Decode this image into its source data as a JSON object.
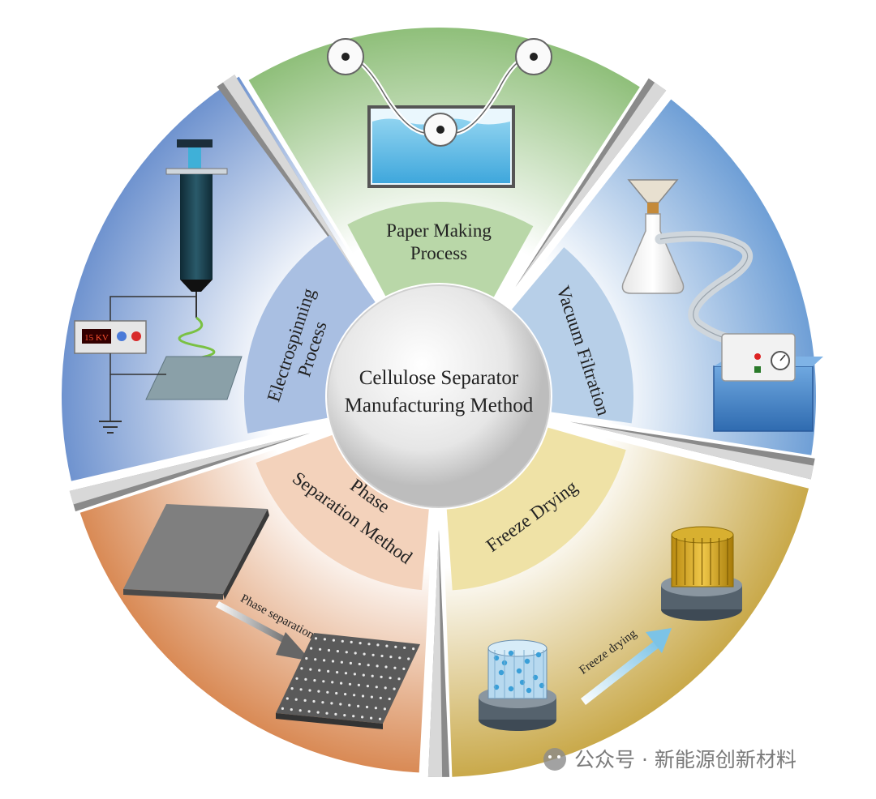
{
  "center": {
    "line1": "Cellulose Separator",
    "line2": "Manufacturing Method"
  },
  "methods": {
    "paper": {
      "line1": "Paper Making",
      "line2": "Process"
    },
    "vacuum": {
      "line1": "Vacuum Filtration"
    },
    "freeze": {
      "line1": "Freeze Drying"
    },
    "phase": {
      "line1": "Phase",
      "line2": "Separation Method"
    },
    "electro": {
      "line1": "Electrospinning",
      "line2": "Process"
    }
  },
  "illustrations": {
    "voltage_display": "15 KV",
    "phase_arrow_label": "Phase separation",
    "freeze_arrow_label": "Freeze drying"
  },
  "watermark": {
    "text": "公众号 · 新能源创新材料"
  },
  "colors": {
    "paper": "#b9d7a8",
    "vacuum": "#b7cfe8",
    "freeze": "#efe2a6",
    "phase": "#f3d2bb",
    "electro": "#a9bfe2"
  }
}
